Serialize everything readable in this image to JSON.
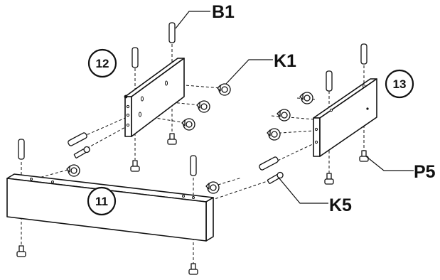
{
  "part_numbers": {
    "front_panel": "11",
    "left_side_panel": "12",
    "right_side_panel": "13"
  },
  "hardware_labels": {
    "dowel": "B1",
    "cam_lock": "K1",
    "cam_bolt": "K5",
    "foot": "P5"
  }
}
